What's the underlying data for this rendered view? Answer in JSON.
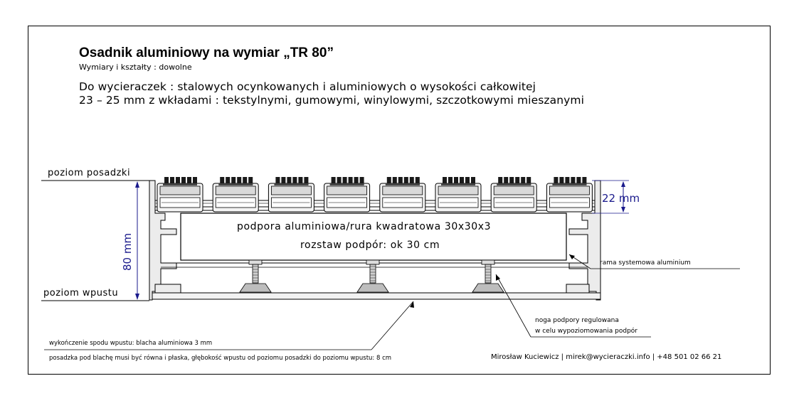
{
  "title": "Osadnik aluminiowy na wymiar „TR 80”",
  "subtitle": "Wymiary i kształty : dowolne",
  "description": [
    "Do wycieraczek : stalowych ocynkowanych i aluminiowych o wysokości całkowitej",
    "23 – 25 mm z wkładami : tekstylnymi, gumowymi, winylowymi, szczotkowymi mieszanymi"
  ],
  "levels": {
    "floor": "poziom  posadzki",
    "recess": "poziom  wpustu"
  },
  "dimensions": {
    "height": "80 mm",
    "mat_height": "22  mm"
  },
  "support": {
    "line1": "podpora aluminiowa/rura kwadratowa 30x30x3",
    "line2": "rozstaw podpór: ok 30 cm"
  },
  "callouts": {
    "frame": "rama systemowa aluminium",
    "leg_line1": "noga podpory regulowana",
    "leg_line2": "w celu wypoziomowania podpór",
    "bottom_finish": "wykończenie spodu wpustu: blacha aluminiowa 3 mm",
    "floor_note": "posadzka pod blachę musi być równa i płaska, głębokość wpustu od poziomu posadzki do poziomu wpustu: 8 cm"
  },
  "contact": "Mirosław Kuciewicz | mirek@wycieraczki.info | +48 501 02 66 21",
  "colors": {
    "dimension": "#1a1a8c",
    "line": "#000000",
    "profile_fill": "#e6e6e6"
  }
}
